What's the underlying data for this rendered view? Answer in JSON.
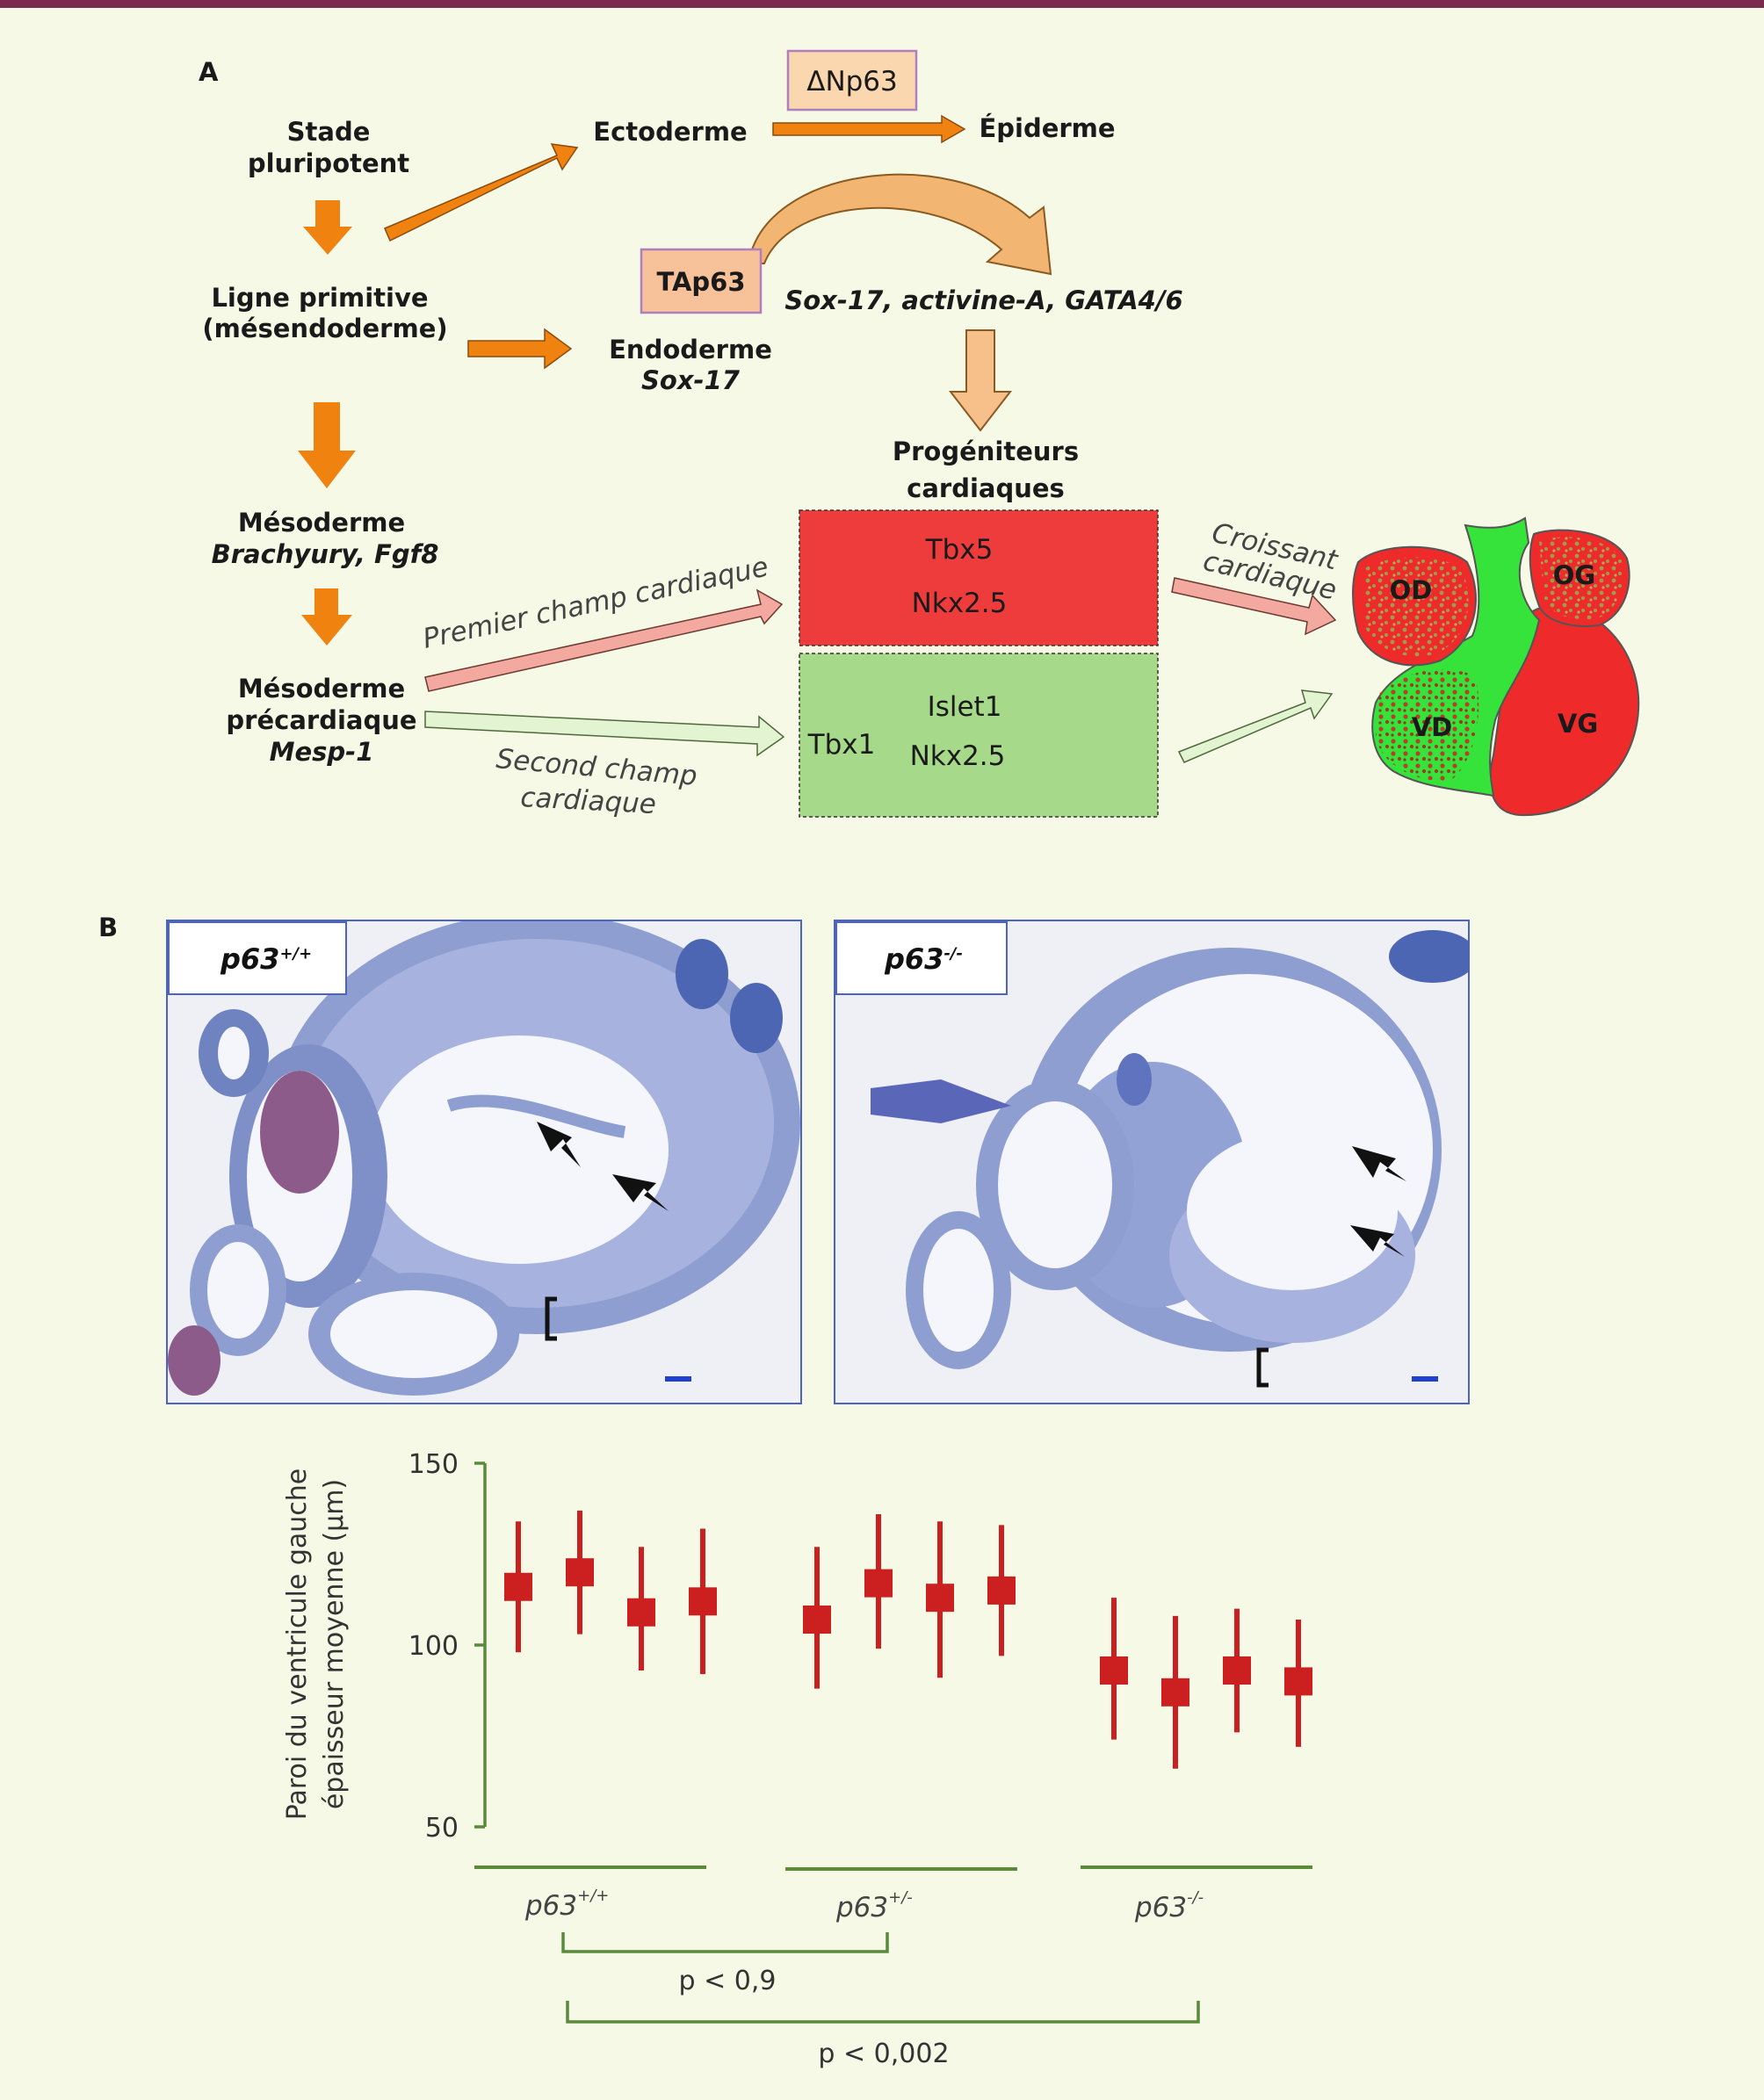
{
  "colors": {
    "background": "#f5f9e6",
    "top_bar": "#7b2a4e",
    "orange_arrow": "#f0820f",
    "tan_arrow": "#f7c08a",
    "first_field_red": "#ee3b3b",
    "second_field_green": "#a6da8a",
    "chart_red": "#cc1f1f",
    "axis_green": "#5a8a3a"
  },
  "panel_a": {
    "label": "A",
    "nodes": {
      "stade_1": "Stade",
      "stade_2": "pluripotent",
      "ligne_1": "Ligne primitive",
      "ligne_2": "(mésendoderme)",
      "mesoderme_1": "Mésoderme",
      "mesoderme_2": "Brachyury,  Fgf8",
      "precardiaque_1": "Mésoderme",
      "precardiaque_2": "précardiaque",
      "precardiaque_3": "Mesp-1",
      "ectoderme": "Ectoderme",
      "deltanp63": "ΔNp63",
      "epiderme": "Épiderme",
      "tap63": "TAp63",
      "factors": "Sox-17, activine-A, GATA4/6",
      "endoderme_1": "Endoderme",
      "endoderme_2": "Sox-17",
      "progenitors_1": "Progéniteurs",
      "progenitors_2": "cardiaques"
    },
    "first_field": {
      "label": "Premier champ cardiaque",
      "genes": [
        "Tbx5",
        "Nkx2.5"
      ]
    },
    "second_field": {
      "label_1": "Second champ",
      "label_2": "cardiaque",
      "genes": [
        "Islet1",
        "Tbx1",
        "Nkx2.5"
      ]
    },
    "croissant": [
      "Croissant",
      "cardiaque"
    ],
    "heart_labels": [
      "OD",
      "OG",
      "VD",
      "VG"
    ]
  },
  "panel_b": {
    "label": "B",
    "micrographs": [
      "p63",
      "p63"
    ],
    "genotype_sup": [
      "+/+",
      "-/-"
    ]
  },
  "chart_data": {
    "type": "scatter",
    "title": "",
    "ylabel_1": "Paroi du ventricule gauche",
    "ylabel_2": "épaisseur moyenne  (µm)",
    "ylim": [
      50,
      150
    ],
    "yticks": [
      50,
      100,
      150
    ],
    "groups": [
      {
        "name": "p63",
        "sup": "+/+",
        "points": [
          {
            "mean": 116,
            "low": 98,
            "high": 134
          },
          {
            "mean": 120,
            "low": 103,
            "high": 137
          },
          {
            "mean": 109,
            "low": 93,
            "high": 127
          },
          {
            "mean": 112,
            "low": 92,
            "high": 132
          }
        ]
      },
      {
        "name": "p63",
        "sup": "+/-",
        "points": [
          {
            "mean": 107,
            "low": 88,
            "high": 127
          },
          {
            "mean": 117,
            "low": 99,
            "high": 136
          },
          {
            "mean": 113,
            "low": 91,
            "high": 134
          },
          {
            "mean": 115,
            "low": 97,
            "high": 133
          }
        ]
      },
      {
        "name": "p63",
        "sup": "-/-",
        "points": [
          {
            "mean": 93,
            "low": 74,
            "high": 113
          },
          {
            "mean": 87,
            "low": 66,
            "high": 108
          },
          {
            "mean": 93,
            "low": 76,
            "high": 110
          },
          {
            "mean": 90,
            "low": 72,
            "high": 107
          }
        ]
      }
    ],
    "comparisons": [
      {
        "label": "p < 0,9",
        "from": 0,
        "to": 1
      },
      {
        "label": "p < 0,002",
        "from": 0,
        "to": 2
      }
    ]
  }
}
